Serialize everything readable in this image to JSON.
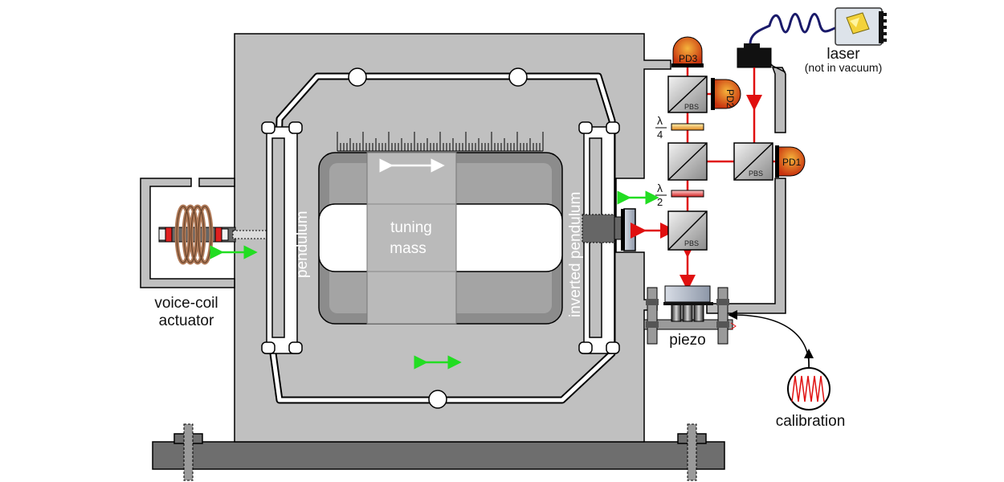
{
  "labels": {
    "voice_coil_line1": "voice-coil",
    "voice_coil_line2": "actuator",
    "pendulum": "pendulum",
    "inverted_pendulum": "inverted pendulum",
    "tuning_line1": "tuning",
    "tuning_line2": "mass",
    "piezo": "piezo",
    "calibration": "calibration",
    "laser": "laser",
    "laser_note": "(not in vacuum)",
    "pd1": "PD1",
    "pd2": "PD2",
    "pd3": "PD3",
    "pbs": "PBS",
    "lambda": "λ",
    "quarter_den": "4",
    "half_den": "2"
  },
  "colors": {
    "frame": "#c0c0c0",
    "dark_gray": "#8c8c8c",
    "base": "#6e6e6e",
    "beam": "#e01010",
    "arrow_green": "#22dd22",
    "detector": "#d23a10",
    "coil": "#b07a58"
  }
}
